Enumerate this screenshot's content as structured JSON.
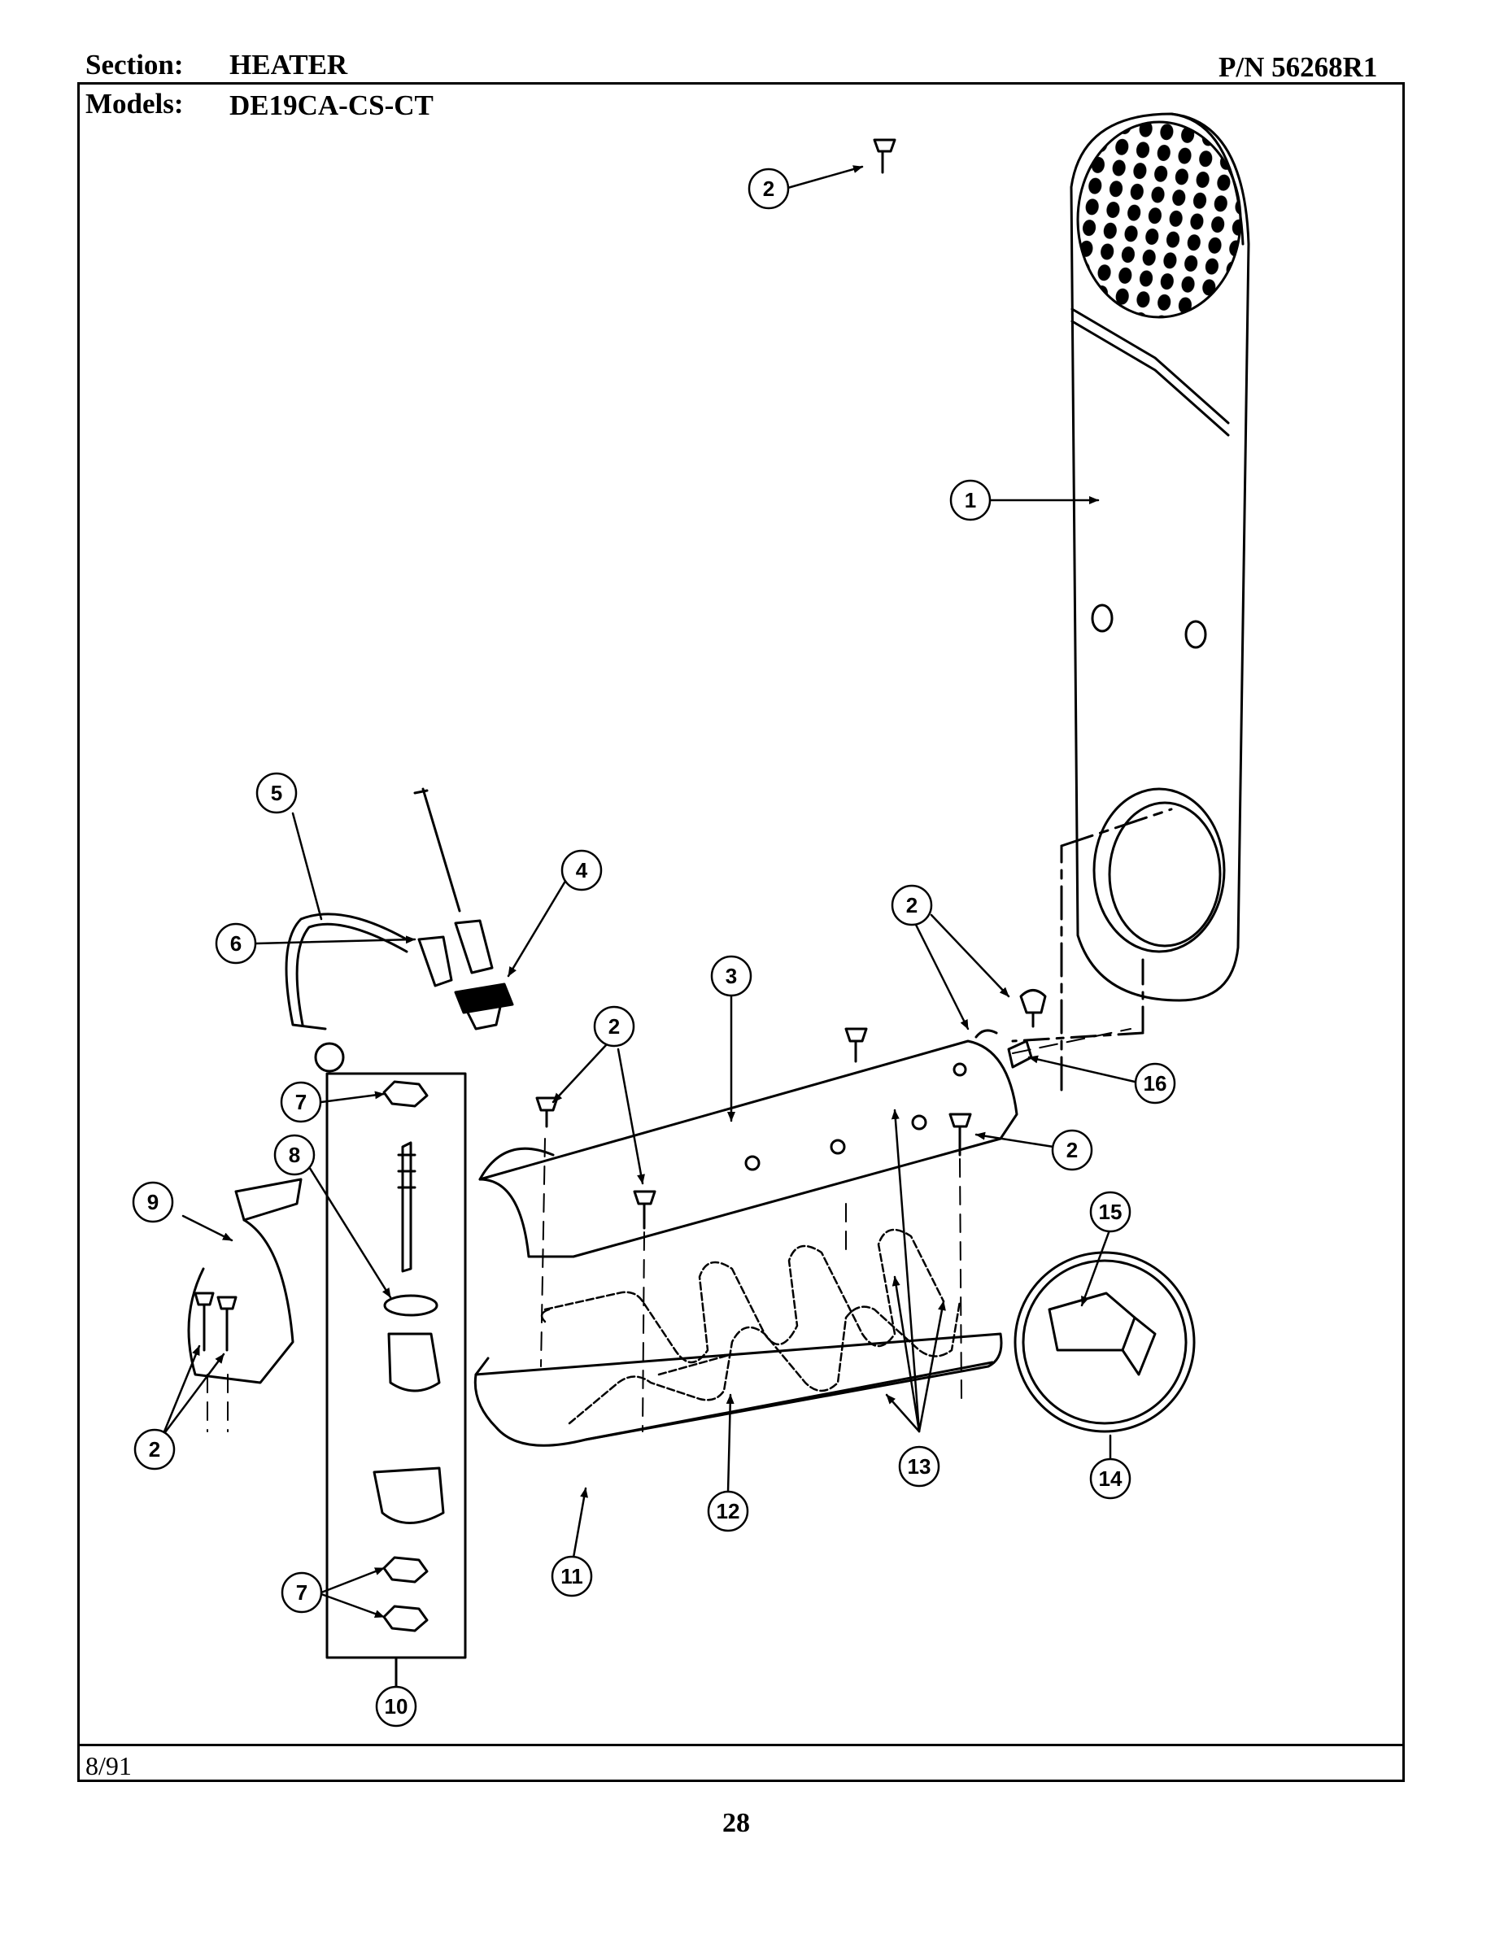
{
  "header": {
    "section_label": "Section:",
    "section_value": "HEATER",
    "models_label": "Models:",
    "models_value": "DE19CA-CS-CT",
    "part_number": "P/N 56268R1"
  },
  "footer": {
    "date": "8/91",
    "page_number": "28"
  },
  "callouts": [
    "1",
    "2",
    "3",
    "4",
    "5",
    "6",
    "7",
    "8",
    "9",
    "10",
    "11",
    "12",
    "13",
    "14",
    "15",
    "16"
  ]
}
